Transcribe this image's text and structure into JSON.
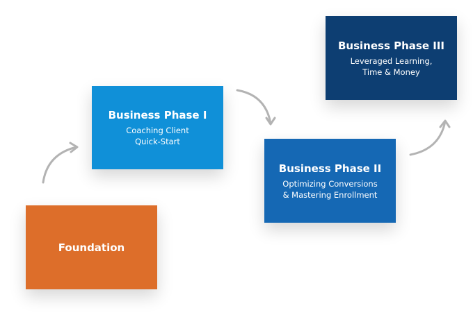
{
  "colors": {
    "foundation": "#dd6e2a",
    "phase1": "#1090d8",
    "phase2": "#1568b4",
    "phase3": "#0d3e72",
    "arrow": "#b3b3b3"
  },
  "boxes": {
    "foundation": {
      "title": "Foundation"
    },
    "phase1": {
      "title": "Business Phase I",
      "line1": "Coaching Client",
      "line2": "Quick-Start"
    },
    "phase2": {
      "title": "Business Phase II",
      "line1": "Optimizing Conversions",
      "line2": "& Mastering Enrollment"
    },
    "phase3": {
      "title": "Business Phase III",
      "line1": "Leveraged Learning,",
      "line2": "Time & Money"
    }
  }
}
